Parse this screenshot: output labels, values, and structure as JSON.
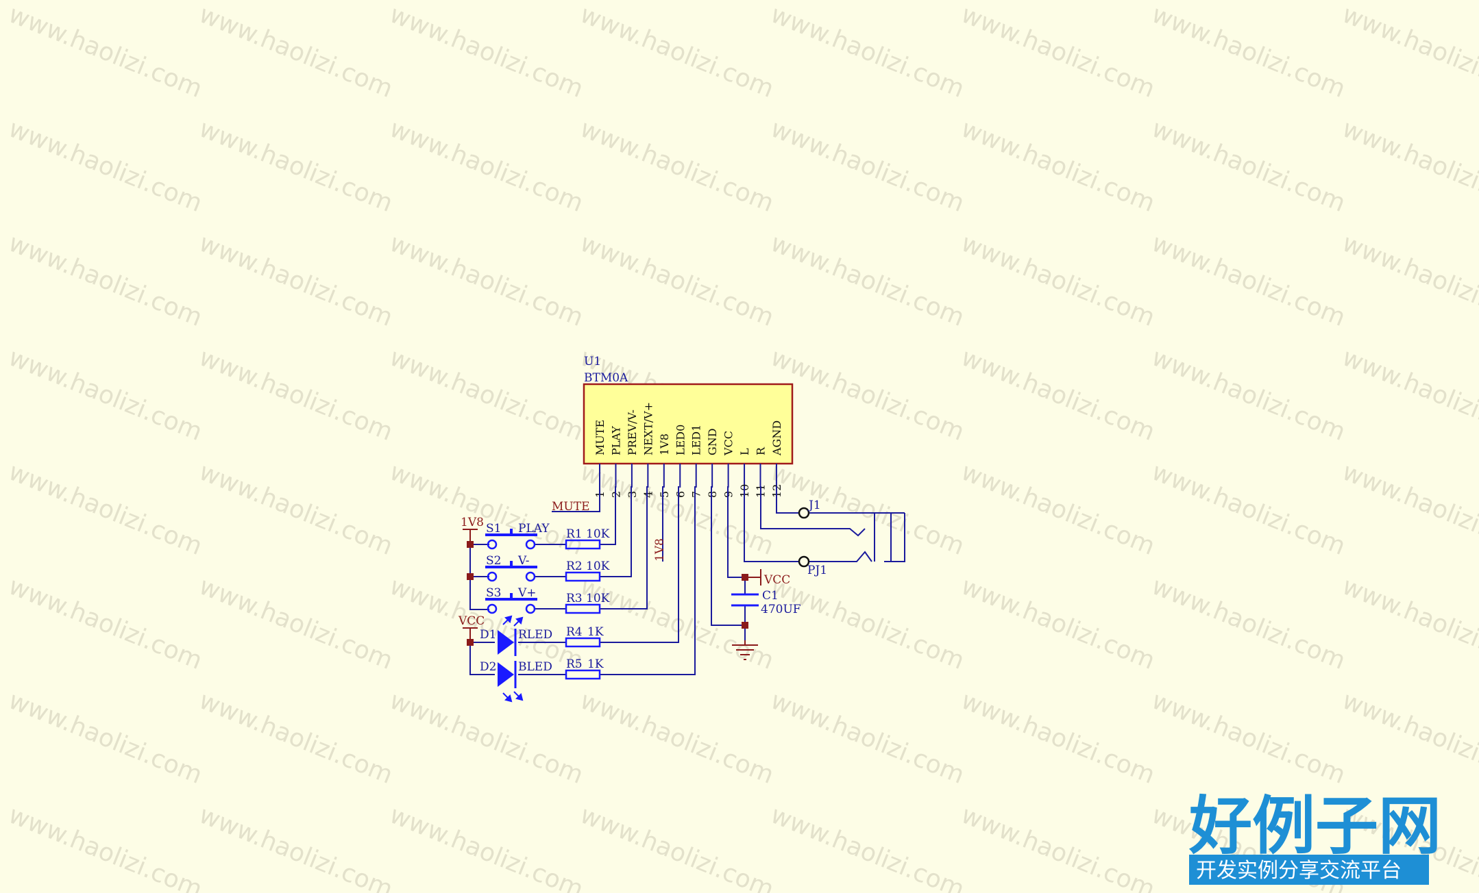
{
  "watermark": {
    "text": "www.haolizi.com"
  },
  "logo": {
    "title": "好例子网",
    "subtitle": "开发实例分享交流平台",
    "color": "#1e8fd5"
  },
  "colors": {
    "wire": "#1a1a9c",
    "component": "#1a1aff",
    "body_fill": "#ffff99",
    "body_stroke": "#a01a1a",
    "net_label": "#8b1a1a",
    "background": "#fdfde6"
  },
  "u1": {
    "designator": "U1",
    "part": "BTM0A",
    "pins": [
      {
        "num": "1",
        "name": "MUTE"
      },
      {
        "num": "2",
        "name": "PLAY"
      },
      {
        "num": "3",
        "name": "PREV/V-"
      },
      {
        "num": "4",
        "name": "NEXT/V+"
      },
      {
        "num": "5",
        "name": "1V8"
      },
      {
        "num": "6",
        "name": "LED0"
      },
      {
        "num": "7",
        "name": "LED1"
      },
      {
        "num": "8",
        "name": "GND"
      },
      {
        "num": "9",
        "name": "VCC"
      },
      {
        "num": "10",
        "name": "L"
      },
      {
        "num": "11",
        "name": "R"
      },
      {
        "num": "12",
        "name": "AGND"
      }
    ]
  },
  "nets": {
    "mute": "MUTE",
    "v18_left": "1V8",
    "v18_vertical": "1V8",
    "vcc_left": "VCC",
    "vcc_cap": "VCC"
  },
  "switches": [
    {
      "ref": "S1",
      "label": "PLAY"
    },
    {
      "ref": "S2",
      "label": "V-"
    },
    {
      "ref": "S3",
      "label": "V+"
    }
  ],
  "resistors": [
    {
      "ref": "R1",
      "value": "10K"
    },
    {
      "ref": "R2",
      "value": "10K"
    },
    {
      "ref": "R3",
      "value": "10K"
    },
    {
      "ref": "R4",
      "value": "1K"
    },
    {
      "ref": "R5",
      "value": "1K"
    }
  ],
  "leds": [
    {
      "ref": "D1",
      "label": "RLED"
    },
    {
      "ref": "D2",
      "label": "BLED"
    }
  ],
  "capacitor": {
    "ref": "C1",
    "value": "470UF"
  },
  "jack": {
    "ref1": "J1",
    "ref2": "PJ1"
  }
}
